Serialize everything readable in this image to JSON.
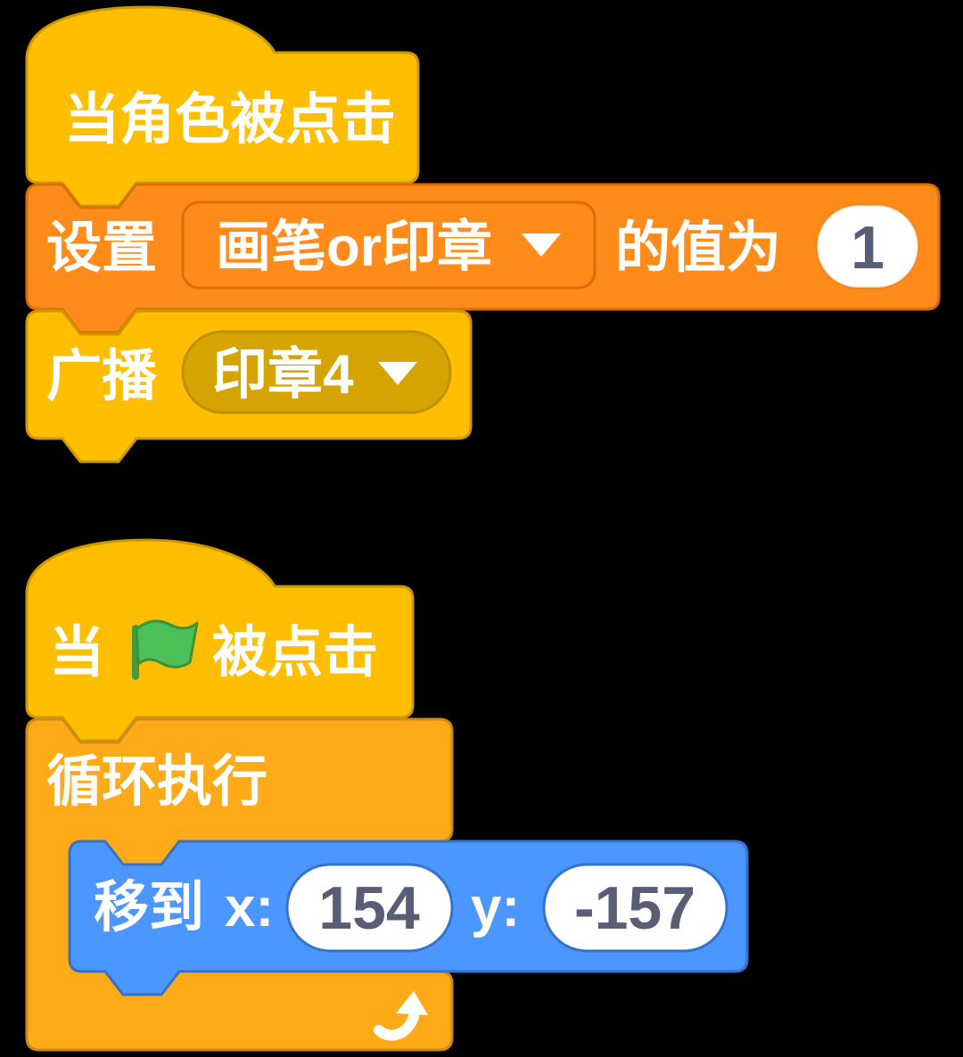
{
  "app": "scratch-block-editor",
  "colors": {
    "background": "#000000",
    "events_fill": "#FFBF00",
    "events_border": "#CC9900",
    "events_menu_fill": "#D5A400",
    "events_menu_border": "#BE9100",
    "variables_fill": "#FF8C1A",
    "variables_border": "#DB6E00",
    "control_fill": "#FFAB19",
    "control_border": "#CF8B17",
    "motion_fill": "#4C97FF",
    "motion_border": "#3373CC",
    "input_fill": "#FFFFFF",
    "input_text": "#575E75",
    "label_text": "#FFFFFF",
    "flag_green": "#4CBF56",
    "flag_pole": "#45993F"
  },
  "script1": {
    "hat": {
      "label": "当角色被点击"
    },
    "set_block": {
      "label_set": "设置",
      "variable_selected": "画笔or印章",
      "label_to": "的值为",
      "value": "1"
    },
    "broadcast_block": {
      "label": "广播",
      "message_selected": "印章4"
    }
  },
  "script2": {
    "hat": {
      "label_when": "当",
      "flag_icon": "green-flag-icon",
      "label_clicked": "被点击"
    },
    "forever_block": {
      "label": "循环执行",
      "loop_icon": "loop-arrow-icon"
    },
    "goto_block": {
      "label_goto": "移到",
      "label_x": "x:",
      "x_value": "154",
      "label_y": "y:",
      "y_value": "-157"
    }
  }
}
